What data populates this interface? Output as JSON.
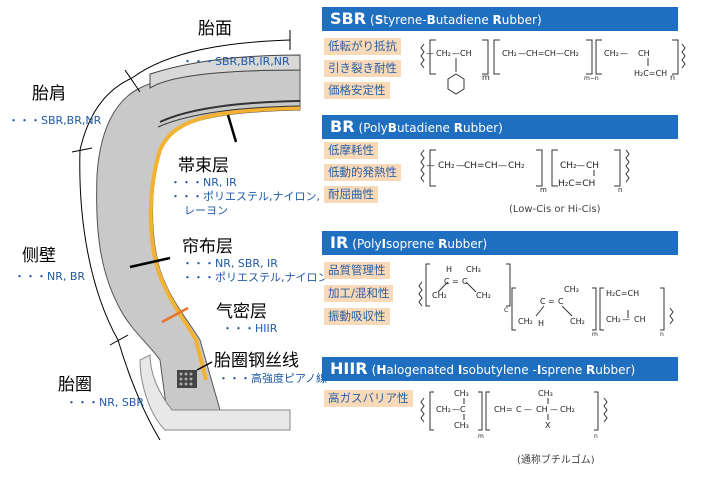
{
  "tire": {
    "tread": {
      "label": "胎面",
      "materials": "・・・SBR,BR,IR,NR"
    },
    "shoulder": {
      "label": "胎肩",
      "materials": "・・・SBR,BR,NR"
    },
    "belt": {
      "label": "帯束层",
      "materials_1": "・・・NR, IR",
      "materials_2": "・・・ポリエステル,ナイロン,",
      "materials_3": "レーヨン"
    },
    "sidewall": {
      "label": "侧壁",
      "materials": "・・・NR, BR"
    },
    "carcass": {
      "label": "帘布层",
      "materials_1": "・・・NR, SBR, IR",
      "materials_2": "・・・ポリエステル,ナイロン"
    },
    "innerliner": {
      "label": "气密层",
      "materials": "・・・HIIR"
    },
    "bead_wire": {
      "label": "胎圈钢丝线",
      "materials": "・・・高強度ピアノ線"
    },
    "bead": {
      "label": "胎圈",
      "materials": "・・・NR, SBR"
    }
  },
  "rubbers": [
    {
      "abbr": "SBR",
      "open": "(",
      "n1": "S",
      "r1": "tyrene-",
      "n2": "B",
      "r2": "utadiene ",
      "n3": "R",
      "r3": "ubber",
      "properties": [
        "低転がり抵抗",
        "引き裂き耐性",
        "価格安定性"
      ]
    },
    {
      "abbr": "BR",
      "open": "(Poly",
      "n1": "B",
      "r1": "utadiene ",
      "n2": "R",
      "r2": "ubber",
      "properties": [
        "低摩耗性",
        "低動的発熱性",
        "耐屈曲性"
      ],
      "note": "(Low-Cis or Hi-Cis)"
    },
    {
      "abbr": "IR",
      "open": "(Poly",
      "n1": "I",
      "r1": "soprene ",
      "n2": "R",
      "r2": "ubber",
      "properties": [
        "品質管理性",
        "加工/混和性",
        "振動吸収性"
      ]
    },
    {
      "abbr": "HIIR",
      "open": "(",
      "n1": "H",
      "r1": "alogenated ",
      "n2": "I",
      "r2": "sobutylene -",
      "n3": "I",
      "r3": "sprene ",
      "n4": "R",
      "r4": "ubber",
      "properties": [
        "高ガスバリア性"
      ],
      "note": "(通称ブチルゴム)"
    }
  ],
  "formula": {
    "ch2": "CH₂",
    "ch": "CH",
    "chch2": "CH=CH",
    "c": "C",
    "ch3": "CH₃",
    "h2cch": "H₂C=CH",
    "h": "H",
    "x": "X",
    "m": "m",
    "n": "n",
    "mn": "m−n"
  },
  "colors": {
    "banner": "#1f6fc1",
    "prop_bg": "#f8d9b8",
    "tire_gray": "#c8c8c8",
    "liner": "#f2b233",
    "innerliner_line": "#e8742a"
  }
}
